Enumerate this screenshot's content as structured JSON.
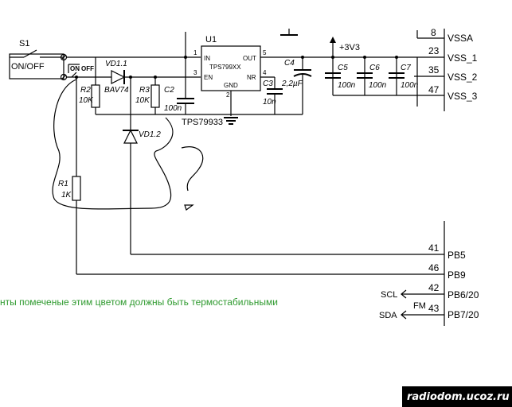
{
  "colors": {
    "note": "#2e9a2e",
    "wire": "#000000",
    "watermark_text": "#ffffff",
    "watermark_bg": "#000000"
  },
  "switch": {
    "ref": "S1",
    "label": "ON/OFF",
    "pos_on": "ON",
    "pos_off": "OFF"
  },
  "diode": {
    "ref1": "VD1.1",
    "type": "BAV74",
    "ref2": "VD1.2"
  },
  "resistors": {
    "r1_ref": "R1",
    "r1_val": "1K",
    "r2_ref": "R2",
    "r2_val": "10K",
    "r3_ref": "R3",
    "r3_val": "10K"
  },
  "regulator": {
    "ref": "U1",
    "inner": "TPS799XX",
    "part": "TPS79933",
    "in": "IN",
    "en": "EN",
    "out": "OUT",
    "nr": "NR",
    "gnd": "GND",
    "pin1": "1",
    "pin3": "3",
    "pin5": "5",
    "pin4": "4",
    "pin2": "2"
  },
  "caps": {
    "c2_ref": "C2",
    "c2_val": "100n",
    "c3_ref": "C3",
    "c3_val": "10n",
    "c4_ref": "C4",
    "c4_val": "2,2µF",
    "c5_ref": "C5",
    "c5_val": "100n",
    "c6_ref": "C6",
    "c6_val": "100n",
    "c7_ref": "C7",
    "c7_val": "100n"
  },
  "supply": {
    "label": "+3V3"
  },
  "mcu_pins": [
    {
      "num": "8",
      "net": "VSSA"
    },
    {
      "num": "23",
      "net": "VSS_1"
    },
    {
      "num": "35",
      "net": "VSS_2"
    },
    {
      "num": "47",
      "net": "VSS_3"
    },
    {
      "num": "41",
      "net": "PB5"
    },
    {
      "num": "46",
      "net": "PB9"
    },
    {
      "num": "42",
      "net": "PB6/20"
    },
    {
      "num": "43",
      "net": "PB7/20"
    }
  ],
  "signals": {
    "scl": "SCL",
    "sda": "SDA",
    "fm": "FM"
  },
  "note": "нты помеченые этим цветом должны быть термостабильными",
  "watermark": "radiodom.ucoz.ru"
}
